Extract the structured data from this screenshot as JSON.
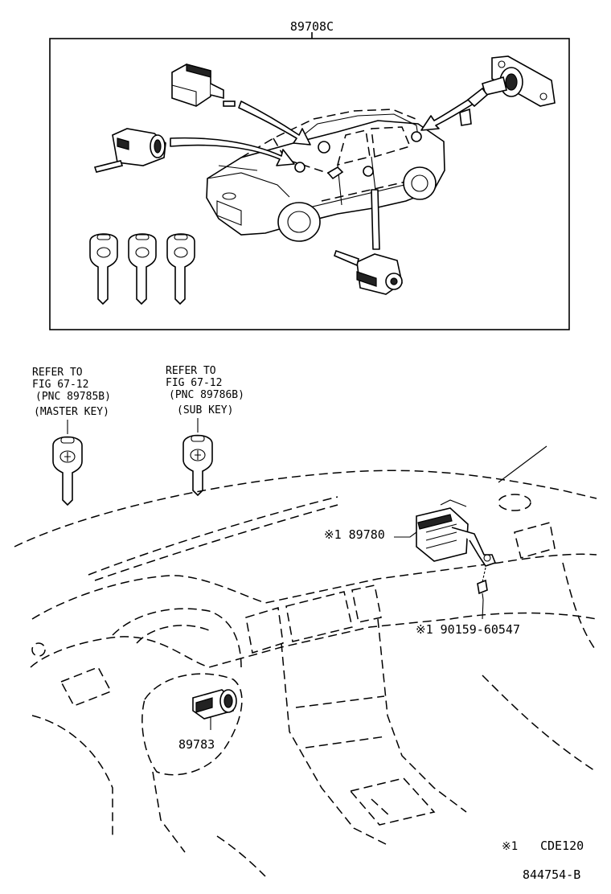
{
  "kit": {
    "part_number": "89708C"
  },
  "refs": [
    {
      "line1": "REFER TO",
      "line2": "FIG 67-12",
      "line3": "(PNC 89785B)",
      "line4": "(MASTER KEY)"
    },
    {
      "line1": "REFER TO",
      "line2": "FIG 67-12",
      "line3": "(PNC 89786B)",
      "line4": "(SUB KEY)"
    }
  ],
  "callouts": {
    "ecu": "※1 89780",
    "screw": "※1 90159-60547",
    "amplifier": "89783"
  },
  "footnote": {
    "mark": "※1",
    "model": "CDE120"
  },
  "illustration_code": "844754-B"
}
